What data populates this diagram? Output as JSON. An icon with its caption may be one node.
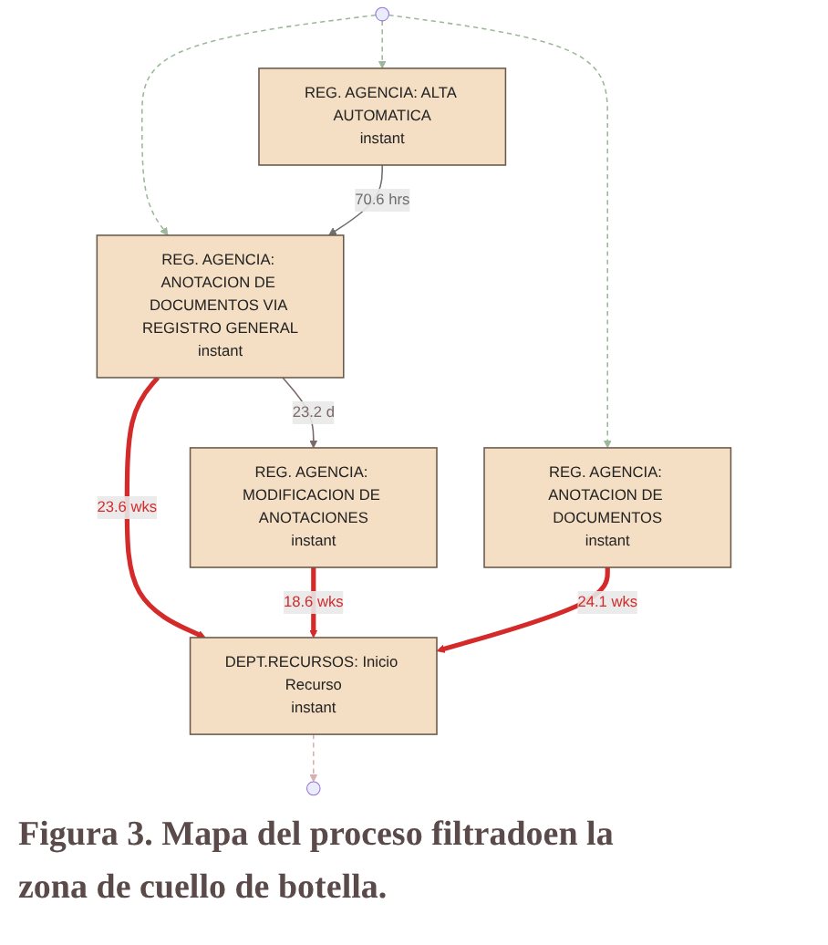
{
  "diagram": {
    "caption": "Figura 3. Mapa del proceso filtradoen la zona de cuello de botella.",
    "nodes": [
      {
        "text": [],
        "shape": "circle"
      },
      {
        "text": [
          "REG. AGENCIA: ALTA AUTOMATICA",
          "instant"
        ]
      },
      {
        "text": [
          "REG. AGENCIA: ANOTACION DE DOCUMENTOS",
          "instant"
        ]
      },
      {
        "text": [
          "REG. AGENCIA: ANOTACION DE DOCUMENTOS VIA REGISTRO GENERAL",
          "instant"
        ]
      },
      {
        "text": [
          "REG. AGENCIA: MODIFICACION DE ANOTACIONES",
          "instant"
        ]
      },
      {
        "text": [
          "DEPT.RECURSOS: Inicio Recurso",
          "instant"
        ]
      },
      {
        "text": [],
        "shape": "circle"
      }
    ],
    "edges": [
      {
        "from": 0,
        "to": 1,
        "arrow": "to",
        "style": "dashed",
        "color": "#9cb89a"
      },
      {
        "from": 0,
        "to": 2,
        "arrow": "to",
        "style": "dashed",
        "color": "#9cb89a"
      },
      {
        "from": 0,
        "to": 3,
        "arrow": "to",
        "style": "dashed",
        "color": "#9cb89a"
      },
      {
        "from": 1,
        "to": 3,
        "label": "70.6 hrs",
        "arrow": "to",
        "color": "#6e6e6e"
      },
      {
        "from": 3,
        "to": 4,
        "label": "23.2 d",
        "arrow": "to",
        "color": "#7a6868"
      },
      {
        "from": 3,
        "to": 5,
        "label": "23.6 wks",
        "arrow": "to",
        "style": "thick",
        "color": "#d42a2a"
      },
      {
        "from": 4,
        "to": 5,
        "label": "18.6 wks",
        "arrow": "to",
        "style": "thick",
        "color": "#d42a2a"
      },
      {
        "from": 2,
        "to": 5,
        "label": "24.1 wks",
        "arrow": "to",
        "style": "thick",
        "color": "#d42a2a"
      },
      {
        "from": 5,
        "to": 6,
        "arrow": "to",
        "style": "dashed",
        "color": "#d8b0b0"
      }
    ]
  }
}
